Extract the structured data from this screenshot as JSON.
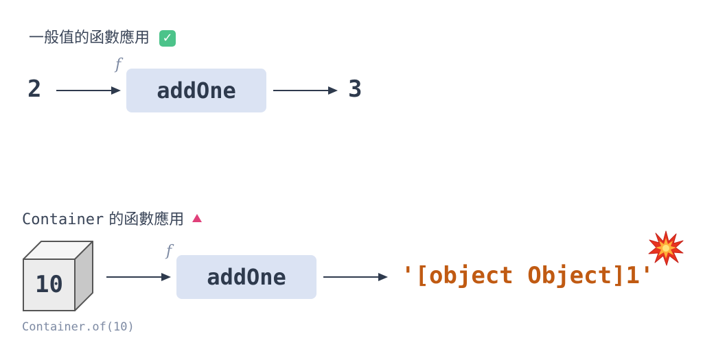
{
  "section1": {
    "title": "一般值的函數應用",
    "status_icon": "check-mark-icon",
    "status_color": "#4cc38a",
    "input": "2",
    "function_label": "f",
    "function_name": "addOne",
    "output": "3"
  },
  "section2": {
    "title_code": "Container",
    "title_rest": " 的函數應用",
    "status_icon": "warning-triangle-icon",
    "status_color": "#e0407a",
    "container_value": "10",
    "container_caption": "Container.of(10)",
    "function_label": "f",
    "function_name": "addOne",
    "output": "'[object Object]1'",
    "output_color": "#c05a12",
    "explosion_icon": "explosion-icon"
  }
}
